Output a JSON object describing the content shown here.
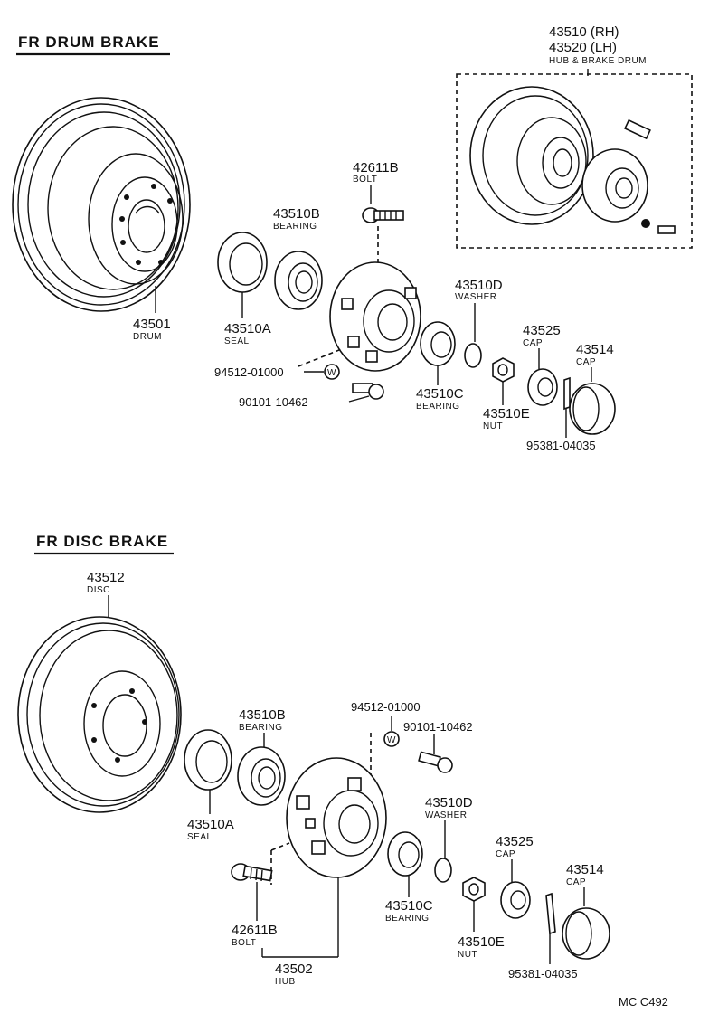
{
  "drum_section": {
    "title": "FR DRUM BRAKE",
    "inset": {
      "part_rh": "43510 (RH)",
      "part_lh": "43520 (LH)",
      "desc": "HUB & BRAKE DRUM"
    },
    "drum": {
      "num": "43501",
      "desc": "DRUM"
    },
    "bolt": {
      "num": "42611B",
      "desc": "BOLT"
    },
    "bearing_outer": {
      "num": "43510B",
      "desc": "BEARING"
    },
    "seal": {
      "num": "43510A",
      "desc": "SEAL"
    },
    "washer_w": {
      "num": "94512-01000",
      "symbol": "W"
    },
    "bolt_small": {
      "num": "90101-10462"
    },
    "bearing_inner": {
      "num": "43510C",
      "desc": "BEARING"
    },
    "washer": {
      "num": "43510D",
      "desc": "WASHER"
    },
    "nut": {
      "num": "43510E",
      "desc": "NUT"
    },
    "cap_lock": {
      "num": "43525",
      "desc": "CAP"
    },
    "cap": {
      "num": "43514",
      "desc": "CAP"
    },
    "pin": {
      "num": "95381-04035"
    }
  },
  "disc_section": {
    "title": "FR DISC BRAKE",
    "disc": {
      "num": "43512",
      "desc": "DISC"
    },
    "bearing_outer": {
      "num": "43510B",
      "desc": "BEARING"
    },
    "seal": {
      "num": "43510A",
      "desc": "SEAL"
    },
    "washer_w": {
      "num": "94512-01000",
      "symbol": "W"
    },
    "bolt_small": {
      "num": "90101-10462"
    },
    "washer": {
      "num": "43510D",
      "desc": "WASHER"
    },
    "cap_lock": {
      "num": "43525",
      "desc": "CAP"
    },
    "cap": {
      "num": "43514",
      "desc": "CAP"
    },
    "bearing_inner": {
      "num": "43510C",
      "desc": "BEARING"
    },
    "bolt": {
      "num": "42611B",
      "desc": "BOLT"
    },
    "hub": {
      "num": "43502",
      "desc": "HUB"
    },
    "nut": {
      "num": "43510E",
      "desc": "NUT"
    },
    "pin": {
      "num": "95381-04035"
    }
  },
  "footer": {
    "ref": "MC  C492"
  }
}
